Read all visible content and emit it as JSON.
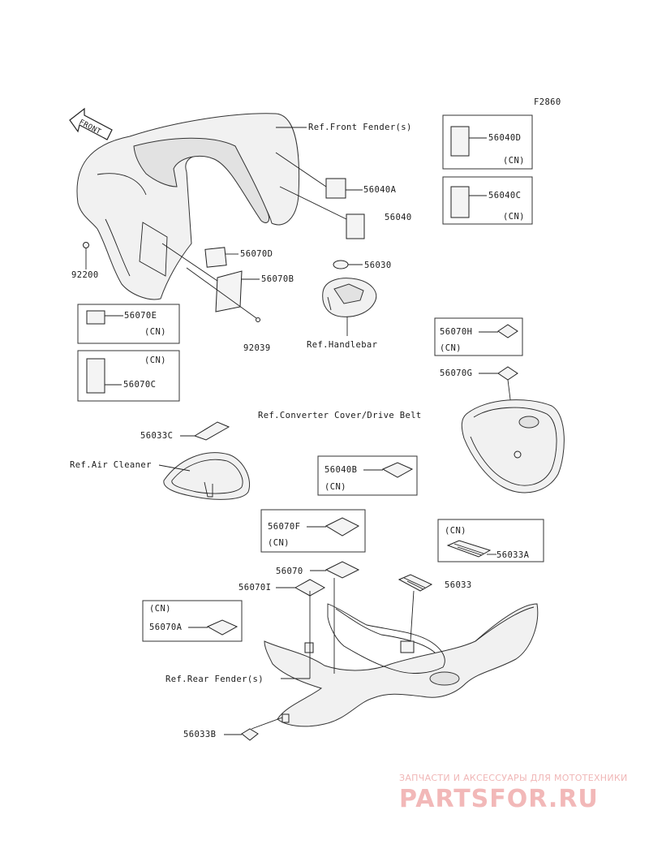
{
  "figure_code": "F2860",
  "front_arrow_label": "FRONT",
  "references": {
    "front_fender": "Ref.Front Fender(s)",
    "handlebar": "Ref.Handlebar",
    "converter": "Ref.Converter Cover/Drive Belt",
    "air_cleaner": "Ref.Air Cleaner",
    "rear_fender": "Ref.Rear Fender(s)"
  },
  "parts": {
    "p56040D": "56040D",
    "p56040C": "56040C",
    "p56040A": "56040A",
    "p56040": "56040",
    "p56070D": "56070D",
    "p56070B": "56070B",
    "p92200": "92200",
    "p56030": "56030",
    "p92039": "92039",
    "p56070E": "56070E",
    "p56070C": "56070C",
    "p56070H": "56070H",
    "p56070G": "56070G",
    "p56033C": "56033C",
    "p56040B": "56040B",
    "p56070F": "56070F",
    "p56033A": "56033A",
    "p56070": "56070",
    "p56070I": "56070I",
    "p56033": "56033",
    "p56070A": "56070A",
    "p56033B": "56033B"
  },
  "cn": "(CN)",
  "watermark": {
    "tagline": "ЗАПЧАСТИ И АКСЕССУАРЫ ДЛЯ МОТОТЕХНИКИ",
    "brand": "PARTSFOR.RU"
  }
}
